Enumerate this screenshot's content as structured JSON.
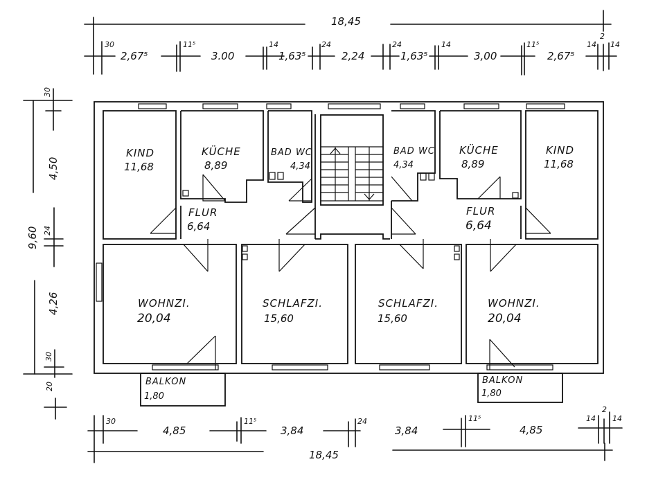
{
  "drawing": {
    "type": "floor plan",
    "stroke_color": "#111111",
    "background_color": "#ffffff"
  },
  "top_dimensions": {
    "overall": "18,45",
    "segments": [
      {
        "small": "30",
        "value": "2,67⁵"
      },
      {
        "small": "11⁵",
        "value": "3.00"
      },
      {
        "small": "14",
        "value": "1,63⁵"
      },
      {
        "small": "24",
        "value": "2,24"
      },
      {
        "small": "24",
        "value": "1,63⁵"
      },
      {
        "small": "14",
        "value": "3,00"
      },
      {
        "small": "11⁵",
        "value": "2,67⁵"
      }
    ],
    "end_marks": [
      "14",
      "2",
      "14"
    ]
  },
  "bottom_dimensions": {
    "overall": "18,45",
    "segments": [
      {
        "small": "30",
        "value": "4,85"
      },
      {
        "small": "11⁵",
        "value": "3,84"
      },
      {
        "small": "24",
        "value": "3,84"
      },
      {
        "small": "11⁵",
        "value": "4,85"
      }
    ],
    "end_marks": [
      "14",
      "2",
      "14"
    ]
  },
  "left_dimensions": {
    "overall": "9,60",
    "segments": [
      "30",
      "4,50",
      "24",
      "4,26",
      "30",
      "20"
    ]
  },
  "rooms": {
    "left": {
      "kind": {
        "name": "KIND",
        "area": "11,68"
      },
      "kueche": {
        "name": "KÜCHE",
        "area": "8,89"
      },
      "bad": {
        "name": "BAD WC",
        "area": "4,34"
      },
      "flur": {
        "name": "FLUR",
        "area": "6,64"
      },
      "wohnzi": {
        "name": "WOHNZI.",
        "area": "20,04"
      },
      "schlafzi": {
        "name": "SCHLAFZI.",
        "area": "15,60"
      },
      "balkon": {
        "name": "BALKON",
        "area": "1,80"
      }
    },
    "right": {
      "bad": {
        "name": "BAD WC",
        "area": "4,34"
      },
      "kueche": {
        "name": "KÜCHE",
        "area": "8,89"
      },
      "kind": {
        "name": "KIND",
        "area": "11,68"
      },
      "flur": {
        "name": "FLUR",
        "area": "6,64"
      },
      "schlafzi": {
        "name": "SCHLAFZI.",
        "area": "15,60"
      },
      "wohnzi": {
        "name": "WOHNZI.",
        "area": "20,04"
      },
      "balkon": {
        "name": "BALKON",
        "area": "1,80"
      }
    }
  },
  "staircase": {
    "up_arrow": "up",
    "down_arrow": "down"
  }
}
